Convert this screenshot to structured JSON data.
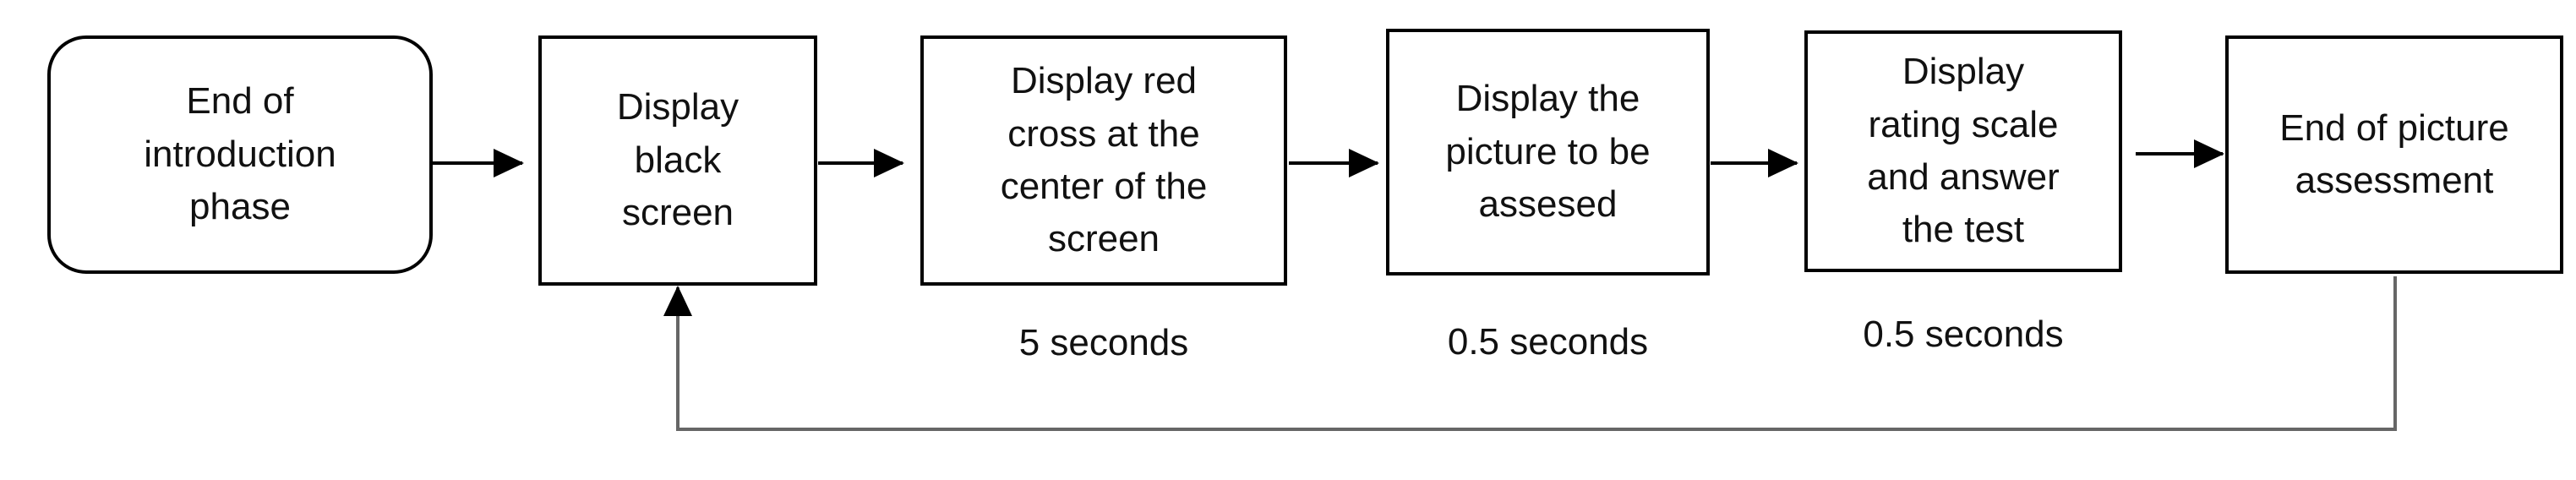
{
  "nodes": [
    {
      "id": "end-of-introduction",
      "label": "End of\nintroduction\nphase"
    },
    {
      "id": "display-black-screen",
      "label": "Display\nblack\nscreen"
    },
    {
      "id": "display-red-cross",
      "label": "Display red\ncross at the\ncenter of the\nscreen"
    },
    {
      "id": "display-picture",
      "label": "Display the\npicture to be\nassesed"
    },
    {
      "id": "display-rating-scale",
      "label": "Display\nrating scale\nand answer\nthe test"
    },
    {
      "id": "end-of-picture-assessment",
      "label": "End of picture\nassessment"
    }
  ],
  "durations": [
    {
      "label": "5 seconds"
    },
    {
      "label": "0.5 seconds"
    },
    {
      "label": "0.5 seconds"
    }
  ]
}
